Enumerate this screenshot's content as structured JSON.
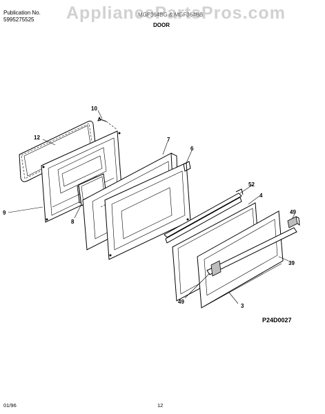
{
  "header": {
    "publication_label": "Publication No.",
    "publication_number": "5995275525",
    "model": "MGF364BG & MGF364BB",
    "section": "DOOR",
    "watermark": "AppliancePartsPros.com"
  },
  "diagram": {
    "callouts": {
      "c10": "10",
      "c12": "12",
      "c7": "7",
      "c6": "6",
      "c52": "52",
      "c4": "4",
      "c49a": "49",
      "c39": "39",
      "c9": "9",
      "c8": "8",
      "c49b": "49",
      "c3": "3"
    },
    "drawing_code": "P24D0027"
  },
  "footer": {
    "date": "01/96",
    "page": "12"
  }
}
